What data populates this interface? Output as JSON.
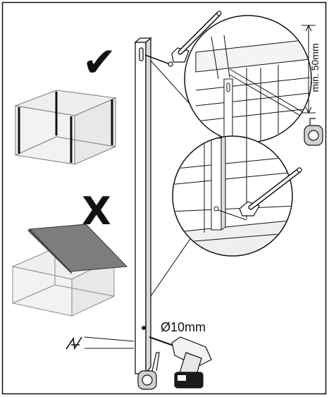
{
  "labels": {
    "min_distance": "min. 50mm",
    "drill_diameter": "Ø10mm"
  },
  "marks": {
    "correct": "✔",
    "incorrect": "X"
  },
  "colors": {
    "line": "#111111",
    "frame_face": "#e6e6e6",
    "open_lid": "#7d7d7d",
    "drill_body": "#1a1a1a"
  },
  "icons": [
    "wrench-icon",
    "tape-measure-icon",
    "drill-icon",
    "angle-icon"
  ]
}
